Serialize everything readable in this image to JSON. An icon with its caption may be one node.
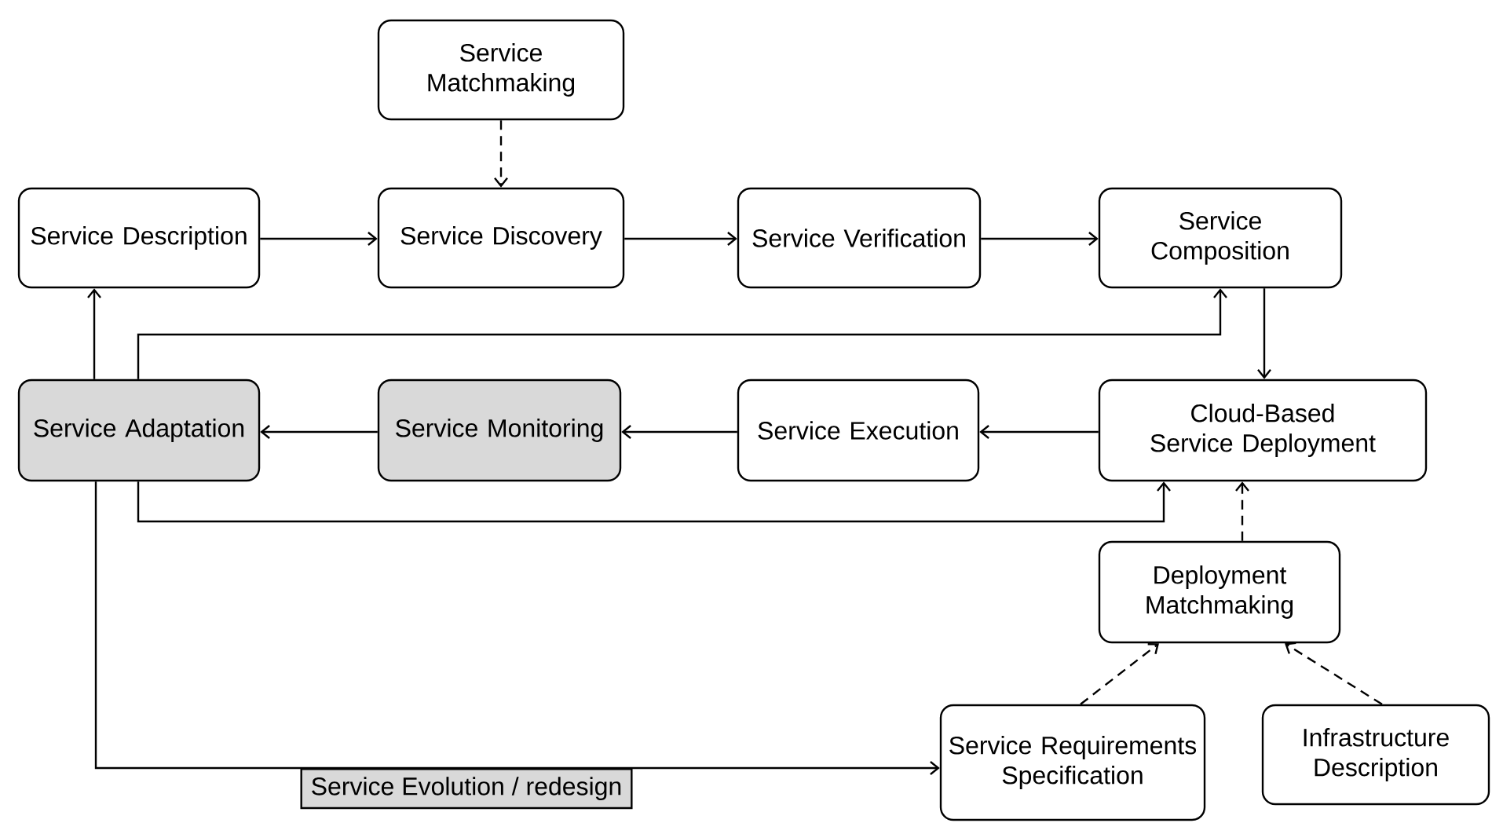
{
  "diagram": {
    "nodes": [
      {
        "text": [
          "Service Matchmaking"
        ]
      },
      {
        "text": [
          "Service Description"
        ]
      },
      {
        "text": [
          "Service Discovery"
        ]
      },
      {
        "text": [
          "Service Verification"
        ]
      },
      {
        "text": [
          "Service Composition"
        ]
      },
      {
        "text": [
          "Service Adaptation"
        ]
      },
      {
        "text": [
          "Service Monitoring"
        ]
      },
      {
        "text": [
          "Service Execution"
        ]
      },
      {
        "text": [
          "Cloud-Based Service Deployment"
        ]
      },
      {
        "text": [
          "Deployment Matchmaking"
        ]
      },
      {
        "text": [
          "Service Requirements Specification"
        ]
      },
      {
        "text": [
          "Infrastructure Description"
        ]
      }
    ],
    "edges": [
      {
        "from": 0,
        "to": 2,
        "arrow": "to",
        "style": "dashed"
      },
      {
        "from": 1,
        "to": 2,
        "arrow": "to"
      },
      {
        "from": 2,
        "to": 3,
        "arrow": "to"
      },
      {
        "from": 3,
        "to": 4,
        "arrow": "to"
      },
      {
        "from": 4,
        "to": 8,
        "arrow": "to"
      },
      {
        "from": 8,
        "to": 7,
        "arrow": "to"
      },
      {
        "from": 7,
        "to": 6,
        "arrow": "to"
      },
      {
        "from": 6,
        "to": 5,
        "arrow": "to"
      },
      {
        "from": 5,
        "to": 1,
        "arrow": "to"
      },
      {
        "from": 5,
        "to": 4,
        "arrow": "to"
      },
      {
        "from": 5,
        "to": 8,
        "arrow": "to"
      },
      {
        "from": 5,
        "to": 10,
        "arrow": "to",
        "label": "Service Evolution / redesign"
      },
      {
        "from": 9,
        "to": 8,
        "arrow": "to",
        "style": "dashed"
      },
      {
        "from": 10,
        "to": 9,
        "arrow": "to",
        "style": "dashed"
      },
      {
        "from": 11,
        "to": 9,
        "arrow": "to",
        "style": "dashed"
      }
    ]
  }
}
